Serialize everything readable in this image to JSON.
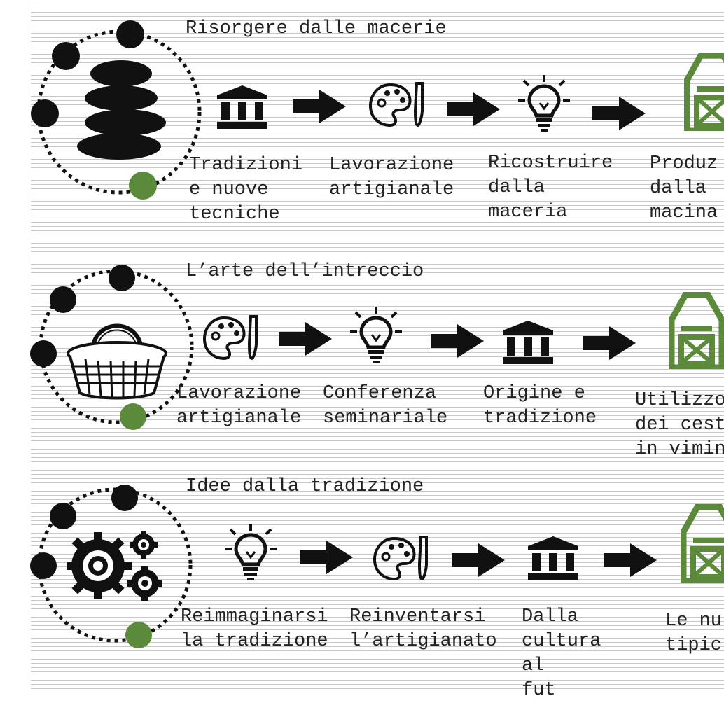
{
  "colors": {
    "accent_green": "#5a8a3a",
    "ink": "#111111",
    "stripe": "#c8c8c8"
  },
  "rows": [
    {
      "title": "Risorgere dalle macerie",
      "center_icon": "stacked-stones-icon",
      "steps": [
        {
          "icon": "museum-icon",
          "label": "Tradizioni\ne nuove\ntecniche"
        },
        {
          "icon": "palette-brush-icon",
          "label": "Lavorazione\nartigianale"
        },
        {
          "icon": "lightbulb-icon",
          "label": "Ricostruire\ndalla\nmaceria"
        },
        {
          "icon": "barn-icon",
          "label": "Produz\ndalla\nmacina"
        }
      ]
    },
    {
      "title": "L’arte dell’intreccio",
      "center_icon": "wicker-basket-icon",
      "steps": [
        {
          "icon": "palette-brush-icon",
          "label": "Lavorazione\nartigianale"
        },
        {
          "icon": "lightbulb-icon",
          "label": "Conferenza\nseminariale"
        },
        {
          "icon": "museum-icon",
          "label": "Origine e\ntradizione"
        },
        {
          "icon": "barn-icon",
          "label": "Utilizzo\ndei cest\nin vimin"
        }
      ]
    },
    {
      "title": "Idee dalla tradizione",
      "center_icon": "gears-icon",
      "steps": [
        {
          "icon": "lightbulb-icon",
          "label": "Reimmaginarsi\nla tradizione"
        },
        {
          "icon": "palette-brush-icon",
          "label": "Reinventarsi\nl’artigianato"
        },
        {
          "icon": "museum-icon",
          "label": "Dalla\ncultura\nal\nfut"
        },
        {
          "icon": "barn-icon",
          "label": "Le nu\ntipic"
        }
      ]
    }
  ]
}
